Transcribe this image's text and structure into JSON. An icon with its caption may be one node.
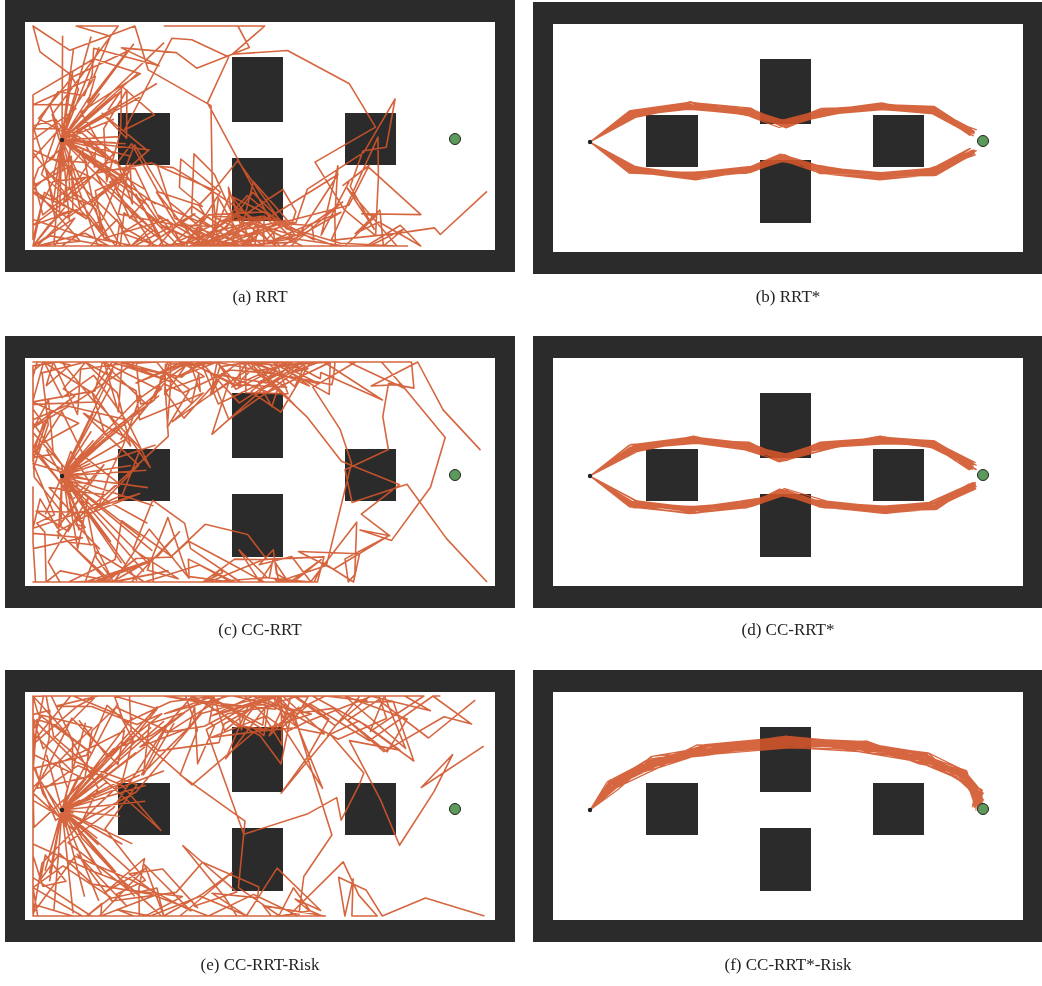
{
  "diagram": {
    "labels": [
      "(a) RRT",
      "(b) RRT*",
      "(c) CC-RRT",
      "(d) CC-RRT*",
      "(e) CC-RRT-Risk",
      "(f) CC-RRT*-Risk"
    ]
  }
}
